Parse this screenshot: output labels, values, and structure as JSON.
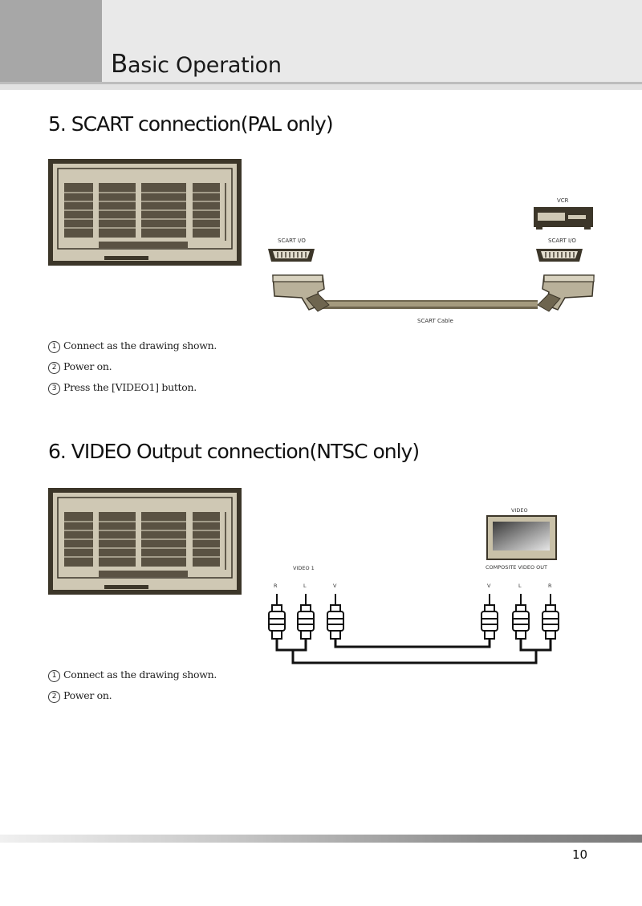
{
  "header": {
    "title_initial": "B",
    "title_rest": "asic Operation"
  },
  "section5": {
    "title": "5. SCART connection(PAL only)",
    "labels": {
      "vcr": "VCR",
      "scart_left": "SCART I/O",
      "scart_right": "SCART I/O",
      "cable": "SCART Cable"
    },
    "steps": [
      {
        "num": "1",
        "text": "Connect as the drawing shown."
      },
      {
        "num": "2",
        "text": "Power on."
      },
      {
        "num": "3",
        "text": "Press the [VIDEO1] button."
      }
    ]
  },
  "section6": {
    "title": "6. VIDEO Output connection(NTSC only)",
    "labels": {
      "video": "VIDEO",
      "video1": "VIDEO 1",
      "composite": "COMPOSITE VIDEO OUT",
      "left_r": "R",
      "left_l": "L",
      "left_v": "V",
      "right_v": "V",
      "right_l": "L",
      "right_r": "R"
    },
    "steps": [
      {
        "num": "1",
        "text": "Connect as the drawing shown."
      },
      {
        "num": "2",
        "text": "Power on."
      }
    ]
  },
  "footer": {
    "page_number": "10"
  },
  "colors": {
    "header_dark": "#a7a7a7",
    "header_light": "#e9e9e9",
    "device_frame": "#3c3629",
    "device_fill": "#cfc8b4",
    "cable": "#6e654f"
  }
}
